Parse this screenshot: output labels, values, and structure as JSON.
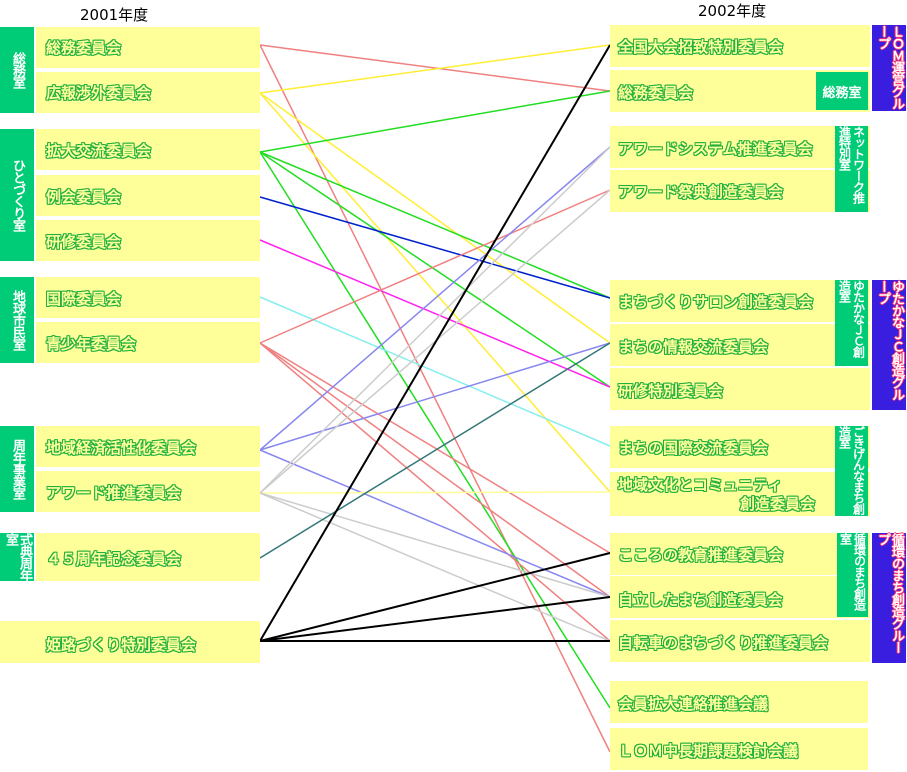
{
  "years": {
    "left": "2001年度",
    "right": "2002年度"
  },
  "left_groups": [
    {
      "id": "lg1",
      "label": "総務室"
    },
    {
      "id": "lg2",
      "label": "ひとづくり室"
    },
    {
      "id": "lg3",
      "label": "地球市民室"
    },
    {
      "id": "lg4",
      "label": "周年事業室"
    },
    {
      "id": "lg5",
      "label": "式典周年室"
    }
  ],
  "left_committees": [
    {
      "id": "L1",
      "label": "総務委員会"
    },
    {
      "id": "L2",
      "label": "広報渉外委員会"
    },
    {
      "id": "L3",
      "label": "拡大交流委員会"
    },
    {
      "id": "L4",
      "label": "例会委員会"
    },
    {
      "id": "L5",
      "label": "研修委員会"
    },
    {
      "id": "L6",
      "label": "国際委員会"
    },
    {
      "id": "L7",
      "label": "青少年委員会"
    },
    {
      "id": "L8",
      "label": "地域経済活性化委員会"
    },
    {
      "id": "L9",
      "label": "アワード推進委員会"
    },
    {
      "id": "L10",
      "label": "４５周年記念委員会"
    },
    {
      "id": "L11",
      "label": "姫路づくり特別委員会"
    }
  ],
  "right_committees": [
    {
      "id": "R1",
      "label": "全国大会招致特別委員会"
    },
    {
      "id": "R2",
      "label": "総務委員会"
    },
    {
      "id": "R3",
      "label": "アワードシステム推進委員会"
    },
    {
      "id": "R4",
      "label": "アワード祭典創造委員会"
    },
    {
      "id": "R5",
      "label": "まちづくりサロン創造委員会"
    },
    {
      "id": "R6",
      "label": "まちの情報交流委員会"
    },
    {
      "id": "R7",
      "label": "研修特別委員会"
    },
    {
      "id": "R8",
      "label": "まちの国際交流委員会"
    },
    {
      "id": "R9a",
      "label": "地域文化とコミュニティ"
    },
    {
      "id": "R9b",
      "label": "創造委員会"
    },
    {
      "id": "R10",
      "label": "こころの教育推進委員会"
    },
    {
      "id": "R11",
      "label": "自立したまち創造委員会"
    },
    {
      "id": "R12",
      "label": "自転車のまちづくり推進委員会"
    },
    {
      "id": "R13",
      "label": "会員拡大連絡推進会議"
    },
    {
      "id": "R14",
      "label": "ＬＯＭ中長期課題検討会議"
    }
  ],
  "right_rooms": [
    {
      "id": "rr1",
      "label": "総務室"
    },
    {
      "id": "rr2",
      "label": "ネットワーク推進特別室"
    },
    {
      "id": "rr3",
      "label": "ゆたかなＪＣ創造室"
    },
    {
      "id": "rr4",
      "label": "ごきげんなまち創造室"
    },
    {
      "id": "rr5",
      "label": "循環のまち創造室"
    }
  ],
  "right_groups": [
    {
      "id": "rg1",
      "label": "ＬＯＭ運営グループ"
    },
    {
      "id": "rg2",
      "label": "ゆたかなＪＣ創造グループ"
    },
    {
      "id": "rg3",
      "label": "循環のまち創造グループ"
    }
  ],
  "connections": [
    {
      "from": "L1",
      "to": "R2",
      "color": "#f08080"
    },
    {
      "from": "L1",
      "to": "R14",
      "color": "#f08080"
    },
    {
      "from": "L2",
      "to": "R1",
      "color": "#ffee33"
    },
    {
      "from": "L2",
      "to": "R6",
      "color": "#ffee33"
    },
    {
      "from": "L2",
      "to": "R9",
      "color": "#ffee33"
    },
    {
      "from": "L3",
      "to": "R2",
      "color": "#22dd22"
    },
    {
      "from": "L3",
      "to": "R5",
      "color": "#22dd22"
    },
    {
      "from": "L3",
      "to": "R7",
      "color": "#22dd22"
    },
    {
      "from": "L3",
      "to": "R13",
      "color": "#22dd22"
    },
    {
      "from": "L4",
      "to": "R5",
      "color": "#0022cc"
    },
    {
      "from": "L5",
      "to": "R7",
      "color": "#ff22ee"
    },
    {
      "from": "L6",
      "to": "R8",
      "color": "#88eeee"
    },
    {
      "from": "L7",
      "to": "R4",
      "color": "#f08080"
    },
    {
      "from": "L7",
      "to": "R10",
      "color": "#f08080"
    },
    {
      "from": "L7",
      "to": "R11",
      "color": "#f08080"
    },
    {
      "from": "L7",
      "to": "R12",
      "color": "#f08080"
    },
    {
      "from": "L8",
      "to": "R3",
      "color": "#8888ee"
    },
    {
      "from": "L8",
      "to": "R6",
      "color": "#8888ee"
    },
    {
      "from": "L8",
      "to": "R11",
      "color": "#8888ee"
    },
    {
      "from": "L9",
      "to": "R3",
      "color": "#cccccc"
    },
    {
      "from": "L9",
      "to": "R4",
      "color": "#cccccc"
    },
    {
      "from": "L9",
      "to": "R9",
      "color": "#ffff99"
    },
    {
      "from": "L9",
      "to": "R11",
      "color": "#cccccc"
    },
    {
      "from": "L9",
      "to": "R12",
      "color": "#cccccc"
    },
    {
      "from": "L10",
      "to": "R6",
      "color": "#337777"
    },
    {
      "from": "L11",
      "to": "R1",
      "color": "#000000"
    },
    {
      "from": "L11",
      "to": "R10",
      "color": "#000000"
    },
    {
      "from": "L11",
      "to": "R11",
      "color": "#000000"
    },
    {
      "from": "L11",
      "to": "R12",
      "color": "#000000"
    }
  ]
}
